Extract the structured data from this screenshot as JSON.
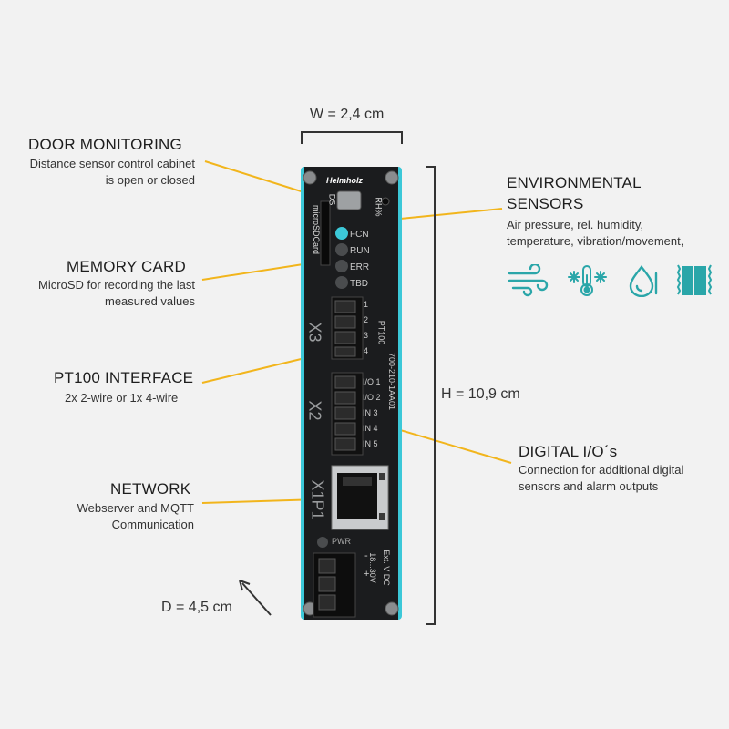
{
  "dimensions": {
    "width": "W = 2,4 cm",
    "height": "H = 10,9 cm",
    "depth": "D = 4,5 cm"
  },
  "callouts": {
    "door": {
      "title": "DOOR MONITORING",
      "line1": "Distance sensor control cabinet",
      "line2": "is open or closed"
    },
    "memory": {
      "title": "MEMORY CARD",
      "line1": "MicroSD for recording the last",
      "line2": "measured values"
    },
    "pt100": {
      "title": "PT100 INTERFACE",
      "line1": "2x 2-wire or 1x 4-wire"
    },
    "network": {
      "title": "NETWORK",
      "line1": "Webserver and MQTT",
      "line2": "Communication"
    },
    "env": {
      "title1": "ENVIRONMENTAL",
      "title2": "SENSORS",
      "line1": "Air pressure, rel. humidity,",
      "line2": "temperature, vibration/movement,"
    },
    "dio": {
      "title": "DIGITAL I/O´s",
      "line1": "Connection for additional digital",
      "line2": "sensors and alarm outputs"
    }
  },
  "device": {
    "brand": "Helmholz",
    "ds": "DS",
    "rh": "RH%",
    "microsd": "microSDCard",
    "leds": [
      "FCN",
      "RUN",
      "ERR",
      "TBD"
    ],
    "x3": "X3",
    "x3_pins": [
      "1",
      "2",
      "3",
      "4"
    ],
    "pt100": "PT100",
    "x2": "X2",
    "x2_pins": [
      "I/O 1",
      "I/O 2",
      "IN 3",
      "IN 4",
      "IN 5"
    ],
    "part_number": "700-210-1AA01",
    "x1p1": "X1P1",
    "pwr": "PWR",
    "ext": "Ext. V DC",
    "volt": "18...30V",
    "plus": "+",
    "minus": "-"
  },
  "icons": [
    "wind-icon",
    "temperature-cold-icon",
    "humidity-drop-icon",
    "vibration-icon"
  ],
  "colors": {
    "accent": "#f2b51c",
    "cyan": "#2aa6a9",
    "device": "#1b1c1e",
    "device_edge": "#3cc8d8"
  }
}
